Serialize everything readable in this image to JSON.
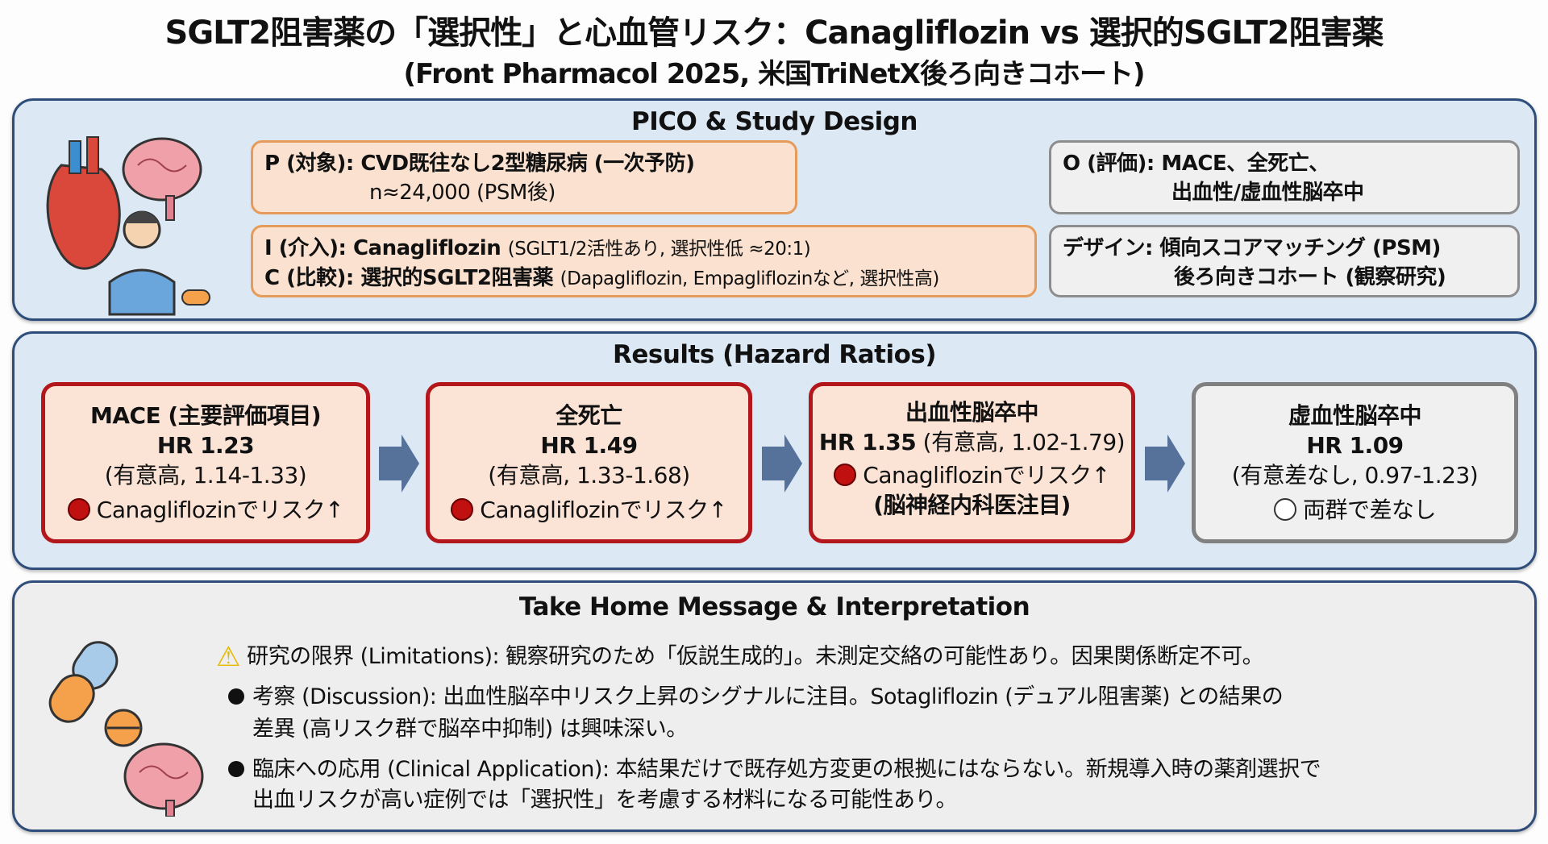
{
  "title": {
    "line1": "SGLT2阻害薬の「選択性」と心血管リスク：Canagliflozin vs 選択的SGLT2阻害薬",
    "line2": "(Front Pharmacol 2025, 米国TriNetX後ろ向きコホート)"
  },
  "pico": {
    "title": "PICO & Study Design",
    "p_label": "P (対象):",
    "p_text": "CVD既往なし2型糖尿病 (一次予防)",
    "p_n": "n≈24,000 (PSM後)",
    "i_label": "I (介入):",
    "i_drug": "Canagliflozin",
    "i_note": "(SGLT1/2活性あり, 選択性低 ≈20:1)",
    "c_label": "C (比較):",
    "c_drug": "選択的SGLT2阻害薬",
    "c_note": "(Dapagliflozin, Empagliflozinなど, 選択性高)",
    "o_label": "O (評価):",
    "o_text1": "MACE、全死亡、",
    "o_text2": "出血性/虚血性脳卒中",
    "d_label": "デザイン:",
    "d_text1": "傾向スコアマッチング (PSM)",
    "d_text2": "後ろ向きコホート (観察研究)"
  },
  "results": {
    "title": "Results (Hazard Ratios)",
    "items": [
      {
        "name": "MACE (主要評価項目)",
        "hr": "HR 1.23",
        "ci": "(有意高, 1.14-1.33)",
        "note": "Canagliflozinでリスク↑",
        "status": "significant"
      },
      {
        "name": "全死亡",
        "hr": "HR 1.49",
        "ci": "(有意高, 1.33-1.68)",
        "note": "Canagliflozinでリスク↑",
        "status": "significant"
      },
      {
        "name": "出血性脳卒中",
        "hr": "HR 1.35",
        "ci": "(有意高, 1.02-1.79)",
        "note": "Canagliflozinでリスク↑",
        "note2": "(脳神経内科医注目)",
        "status": "significant"
      },
      {
        "name": "虚血性脳卒中",
        "hr": "HR 1.09",
        "ci": "(有意差なし, 0.97-1.23)",
        "note": "両群で差なし",
        "status": "ns"
      }
    ]
  },
  "takehome": {
    "title": "Take Home Message & Interpretation",
    "limitations": "研究の限界 (Limitations): 観察研究のため「仮説生成的」。未測定交絡の可能性あり。因果関係断定不可。",
    "discussion1": "考察 (Discussion): 出血性脳卒中リスク上昇のシグナルに注目。Sotagliflozin (デュアル阻害薬) との結果の",
    "discussion2": "差異 (高リスク群で脳卒中抑制) は興味深い。",
    "clinical1": "臨床への応用 (Clinical Application): 本結果だけで既存処方変更の根拠にはならない。新規導入時の薬剤選択で",
    "clinical2": "出血リスクが高い症例では「選択性」を考慮する材料になる可能性あり。"
  },
  "colors": {
    "red": "#b3171b",
    "orange": "#e59b5a",
    "navy": "#2e4d7a",
    "arrow": "#56719a"
  }
}
